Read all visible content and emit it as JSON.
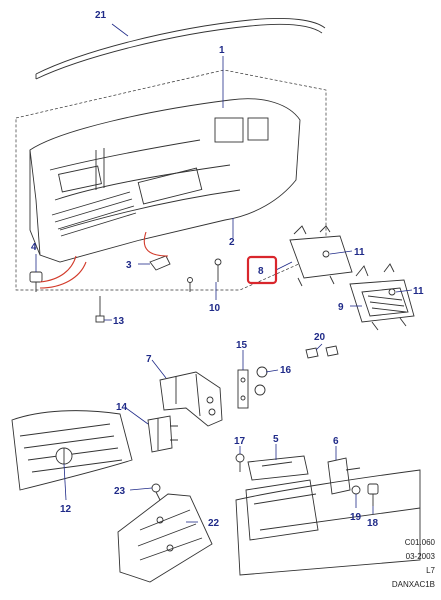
{
  "diagram": {
    "callouts": [
      {
        "id": "c21",
        "text": "21"
      },
      {
        "id": "c1",
        "text": "1"
      },
      {
        "id": "c2",
        "text": "2"
      },
      {
        "id": "c3",
        "text": "3"
      },
      {
        "id": "c4",
        "text": "4"
      },
      {
        "id": "c8",
        "text": "8"
      },
      {
        "id": "c9",
        "text": "9"
      },
      {
        "id": "c10",
        "text": "10"
      },
      {
        "id": "c11a",
        "text": "11"
      },
      {
        "id": "c11b",
        "text": "11"
      },
      {
        "id": "c13",
        "text": "13"
      },
      {
        "id": "c20",
        "text": "20"
      },
      {
        "id": "c7",
        "text": "7"
      },
      {
        "id": "c15",
        "text": "15"
      },
      {
        "id": "c16",
        "text": "16"
      },
      {
        "id": "c14",
        "text": "14"
      },
      {
        "id": "c17",
        "text": "17"
      },
      {
        "id": "c5",
        "text": "5"
      },
      {
        "id": "c6",
        "text": "6"
      },
      {
        "id": "c12",
        "text": "12"
      },
      {
        "id": "c23",
        "text": "23"
      },
      {
        "id": "c22",
        "text": "22"
      },
      {
        "id": "c19",
        "text": "19"
      },
      {
        "id": "c18",
        "text": "18"
      }
    ],
    "highlighted_callout": "8",
    "highlight_color": "#d9262c",
    "callout_color": "#1f2a88"
  },
  "meta": {
    "ref": "C01.060",
    "date": "03-2003",
    "code": "L7",
    "drawing_id": "DANXAC1B"
  }
}
